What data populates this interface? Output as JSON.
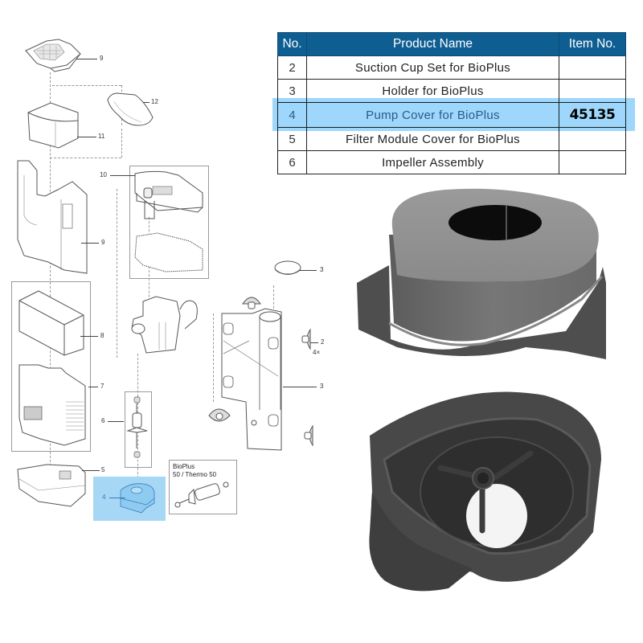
{
  "table": {
    "headers": {
      "no": "No.",
      "name": "Product Name",
      "item": "Item No."
    },
    "rows": [
      {
        "no": "2",
        "name": "Suction Cup Set for BioPlus",
        "item": ""
      },
      {
        "no": "3",
        "name": "Holder for BioPlus",
        "item": ""
      },
      {
        "no": "4",
        "name": "Pump Cover for BioPlus",
        "item": "45135",
        "highlighted": true
      },
      {
        "no": "5",
        "name": "Filter Module Cover for BioPlus",
        "item": ""
      },
      {
        "no": "6",
        "name": "Impeller Assembly",
        "item": ""
      }
    ],
    "header_color": "#0f5e92",
    "highlight_color": "#7ec8fa"
  },
  "diagram": {
    "callouts": {
      "c9a": "9",
      "c12": "12",
      "c11": "11",
      "c10": "10",
      "c9b": "9",
      "c8": "8",
      "c7": "7",
      "c6": "6",
      "c5": "5",
      "c4": "4",
      "c3a": "3",
      "c2": "2",
      "c2qty": "4×",
      "c3b": "3"
    },
    "bioplus_label": "BioPlus\n50 / Thermo 50",
    "highlight_color": "#a6d8f6"
  },
  "photos": {
    "top": "pump-cover-top-view",
    "bottom": "pump-cover-underside-view"
  }
}
